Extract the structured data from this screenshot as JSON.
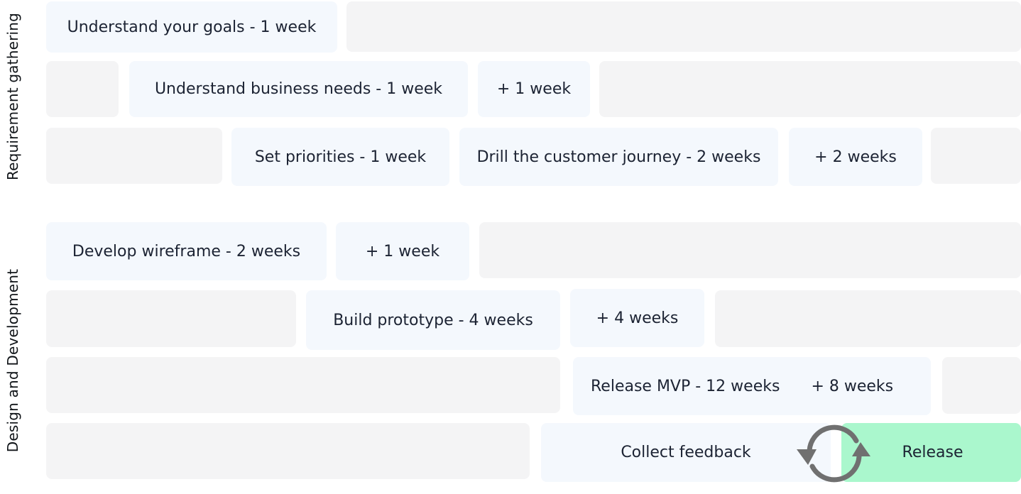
{
  "sections": [
    {
      "label": "Requirement gathering"
    },
    {
      "label": "Design and Development"
    }
  ],
  "tasks": {
    "understand_goals": "Understand your goals - 1 week",
    "business_needs": "Understand business needs - 1 week",
    "business_needs_extra": "+ 1 week",
    "set_priorities": "Set priorities - 1 week",
    "customer_journey": "Drill the customer journey - 2 weeks",
    "customer_journey_extra": "+ 2 weeks",
    "wireframe": "Develop wireframe - 2 weeks",
    "wireframe_extra": "+ 1 week",
    "prototype": "Build prototype - 4 weeks",
    "prototype_extra": "+ 4 weeks",
    "mvp": "Release MVP - 12 weeks",
    "mvp_extra": "+ 8 weeks",
    "feedback": "Collect feedback",
    "release": "Release"
  },
  "colors": {
    "task": "#f4f8fd",
    "empty": "#f4f4f5",
    "release": "#aaf7cd",
    "cycle_icon": "#707070"
  },
  "icons": {
    "cycle": "cycle-arrows-icon"
  }
}
